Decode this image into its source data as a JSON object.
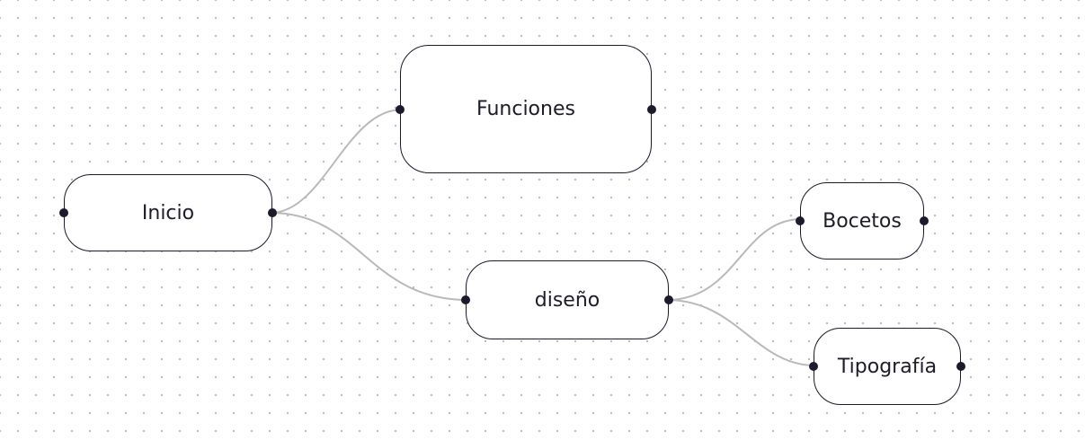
{
  "diagram": {
    "nodes": [
      {
        "id": "inicio",
        "label": "Inicio"
      },
      {
        "id": "funciones",
        "label": "Funciones"
      },
      {
        "id": "diseno",
        "label": "diseño"
      },
      {
        "id": "bocetos",
        "label": "Bocetos"
      },
      {
        "id": "tipografia",
        "label": "Tipografía"
      }
    ],
    "edges": [
      {
        "from": "inicio",
        "to": "funciones"
      },
      {
        "from": "inicio",
        "to": "diseno"
      },
      {
        "from": "diseno",
        "to": "bocetos"
      },
      {
        "from": "diseno",
        "to": "tipografia"
      }
    ],
    "colors": {
      "node_border": "#1a1a2a",
      "handle": "#1b1b2d",
      "edge": "#b9b9bc",
      "grid_dot": "#b6b6bd",
      "background": "#ffffff"
    }
  }
}
